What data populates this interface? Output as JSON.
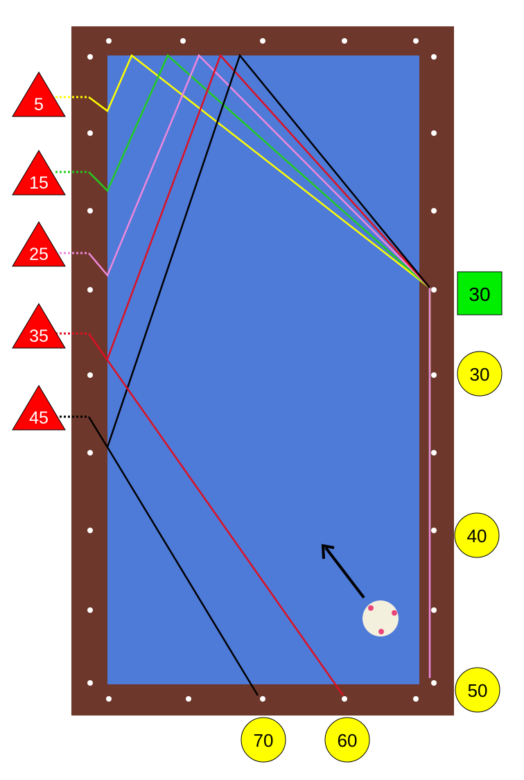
{
  "colors": {
    "rail": "#6e372b",
    "cloth": "#4e7ad8",
    "diamond": "#ffffff",
    "triangle": "#ff0000",
    "circle": "#ffff00",
    "square": "#00ee00",
    "arrow": "#000000",
    "cue_ball": "#f4f0de",
    "cue_ball_dots": "#e8467a"
  },
  "left_markers": [
    {
      "label": "5",
      "color": "#ffff00"
    },
    {
      "label": "15",
      "color": "#22cc22"
    },
    {
      "label": "25",
      "color": "#ee88dd"
    },
    {
      "label": "35",
      "color": "#dd1122"
    },
    {
      "label": "45",
      "color": "#000000"
    }
  ],
  "right_markers": {
    "square": "30",
    "circles": [
      "30",
      "40",
      "50"
    ]
  },
  "bottom_markers": [
    "70",
    "60"
  ],
  "paths": [
    {
      "name": "yellow",
      "color": "#ffff00"
    },
    {
      "name": "green",
      "color": "#22cc22"
    },
    {
      "name": "pink",
      "color": "#ee88dd"
    },
    {
      "name": "red",
      "color": "#dd1122"
    },
    {
      "name": "black",
      "color": "#000000"
    }
  ]
}
